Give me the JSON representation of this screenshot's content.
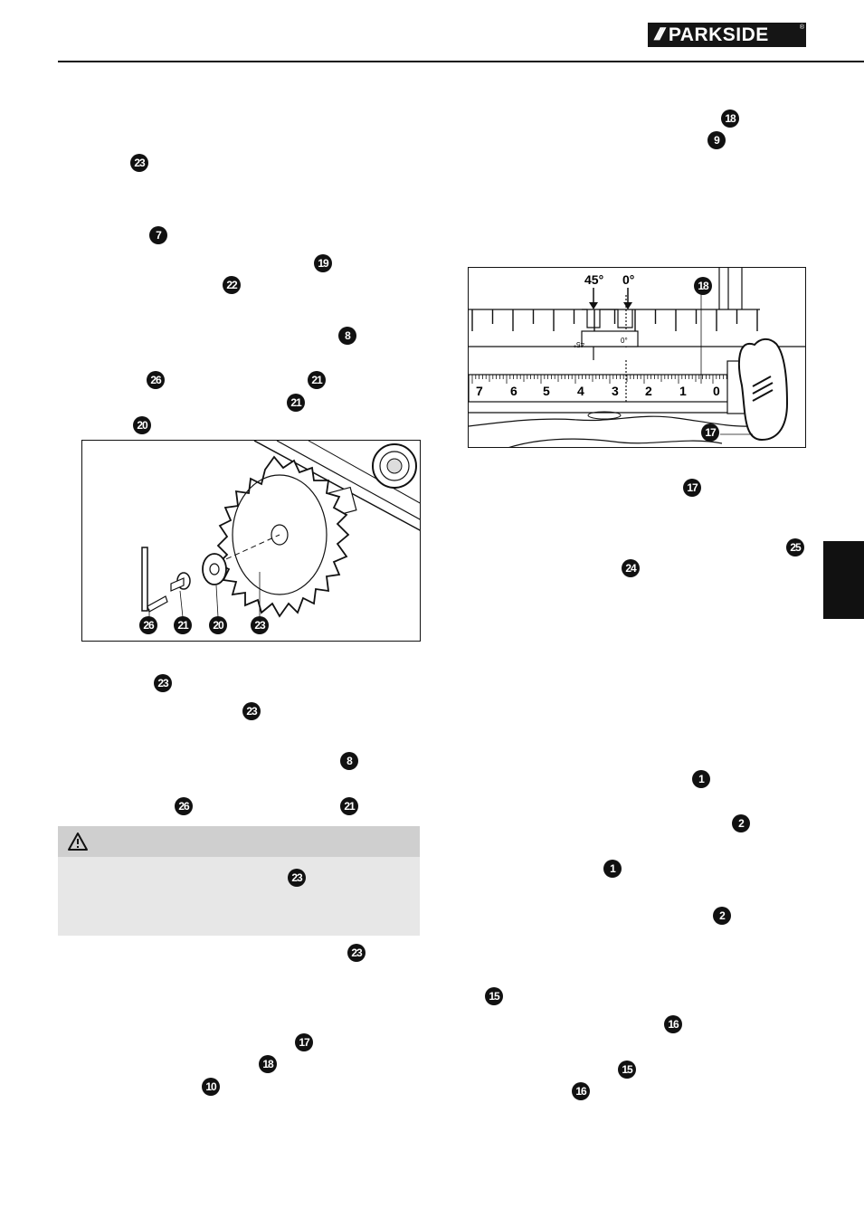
{
  "header": {
    "brand_slashes": "///",
    "brand_name": "PARKSIDE",
    "brand_mark": "®"
  },
  "callouts_left": [
    "23",
    "7",
    "19",
    "22",
    "8",
    "26",
    "21",
    "21",
    "20",
    "23",
    "23",
    "8",
    "26",
    "21",
    "23",
    "23",
    "17",
    "18",
    "10"
  ],
  "callouts_right": [
    "18",
    "9",
    "17",
    "25",
    "24",
    "1",
    "2",
    "1",
    "2",
    "15",
    "16",
    "15",
    "16"
  ],
  "figure_blade": {
    "labels": [
      "26",
      "21",
      "20",
      "23"
    ]
  },
  "figure_scale": {
    "angle_labels": [
      "45°",
      "0°"
    ],
    "carriage_labels": [
      "45°",
      "0°"
    ],
    "ruler_numbers": [
      "7",
      "6",
      "5",
      "4",
      "3",
      "2",
      "1",
      "0"
    ],
    "labels": [
      "18",
      "17"
    ]
  },
  "colors": {
    "ink": "#111111",
    "warning_band": "#e7e7e7",
    "warning_header": "#cfcfcf"
  },
  "icons": {
    "warning": "warning-triangle-icon"
  }
}
